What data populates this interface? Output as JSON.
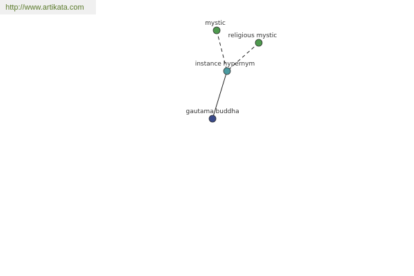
{
  "header": {
    "site_url": "http://www.artikata.com"
  },
  "graph": {
    "nodes": [
      {
        "id": "mystic",
        "label": "mystic",
        "color": "#4e9a4e"
      },
      {
        "id": "religious-mystic",
        "label": "religious mystic",
        "color": "#4e9a4e"
      },
      {
        "id": "instance-hypernym",
        "label": "instance hypernym",
        "color": "#4a9aa0"
      },
      {
        "id": "gautama-buddha",
        "label": "gautama buddha",
        "color": "#3a4a8a"
      }
    ],
    "edges": [
      {
        "from": "mystic",
        "to": "instance-hypernym",
        "style": "dashed"
      },
      {
        "from": "religious-mystic",
        "to": "instance-hypernym",
        "style": "dashed"
      },
      {
        "from": "instance-hypernym",
        "to": "gautama-buddha",
        "style": "solid"
      }
    ]
  }
}
